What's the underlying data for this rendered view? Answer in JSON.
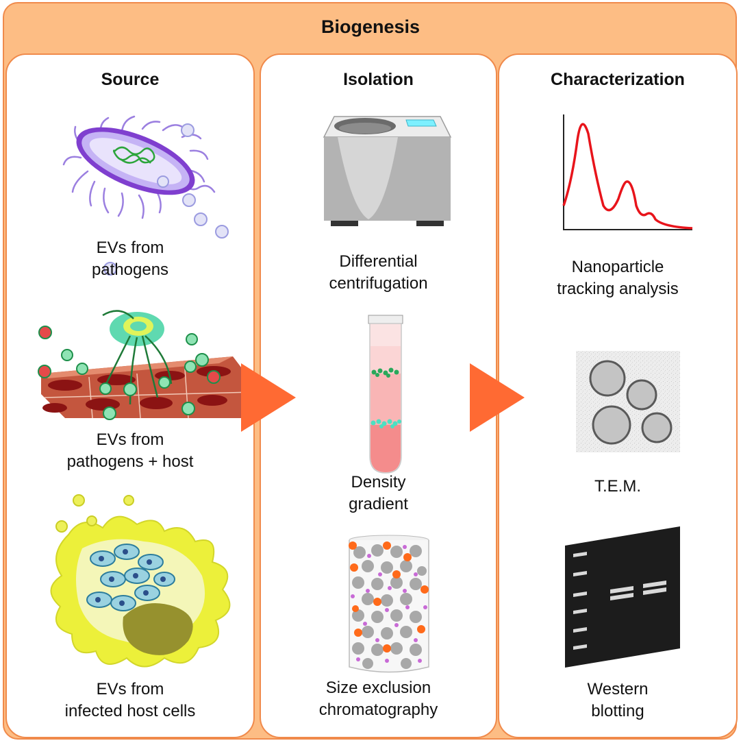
{
  "header": {
    "title": "Biogenesis"
  },
  "columns": [
    {
      "title": "Source",
      "items": [
        {
          "caption": "EVs from\npathogens",
          "icon": "bacterium-icon"
        },
        {
          "caption": "EVs from\npathogens + host",
          "icon": "parasite-on-tissue-icon"
        },
        {
          "caption": "EVs from\ninfected host cells",
          "icon": "infected-cell-icon"
        }
      ]
    },
    {
      "title": "Isolation",
      "items": [
        {
          "caption": "Differential\ncentrifugation",
          "icon": "centrifuge-icon"
        },
        {
          "caption": "Density\ngradient",
          "icon": "test-tube-icon"
        },
        {
          "caption": "Size exclusion\nchromatography",
          "icon": "chromatography-column-icon"
        }
      ]
    },
    {
      "title": "Characterization",
      "items": [
        {
          "caption": "Nanoparticle\ntracking analysis",
          "icon": "size-distribution-plot-icon"
        },
        {
          "caption": "T.E.M.",
          "icon": "electron-micrograph-icon"
        },
        {
          "caption": "Western\nblotting",
          "icon": "western-blot-icon"
        }
      ]
    }
  ],
  "colors": {
    "banner": "#fdbd84",
    "border": "#f08a4b",
    "arrow": "#ff6a33",
    "plot_line": "#e8141b"
  }
}
